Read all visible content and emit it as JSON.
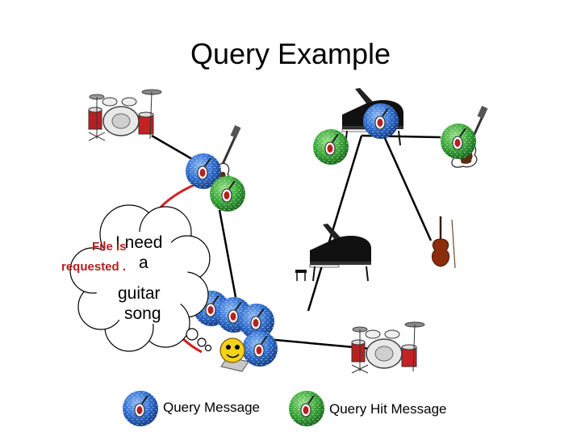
{
  "slide": {
    "title": "Query Example",
    "thought_bubble": {
      "lines": [
        "I need",
        "a",
        "guitar",
        "song"
      ]
    },
    "overlay_text": {
      "line1": "File is",
      "line2": "requested ."
    },
    "legend": {
      "query_label": "Query Message",
      "query_hit_label": "Query Hit Message"
    },
    "colors": {
      "query_globe": "#2f6fcf",
      "query_hit_globe": "#3aa83a",
      "link_line": "#000000",
      "request_path": "#d42020"
    },
    "icons": [
      "drum-kit-icon",
      "grand-piano-icon",
      "electric-guitar-icon",
      "violin-icon",
      "smiley-user-icon",
      "query-globe-icon",
      "query-hit-globe-icon"
    ]
  }
}
